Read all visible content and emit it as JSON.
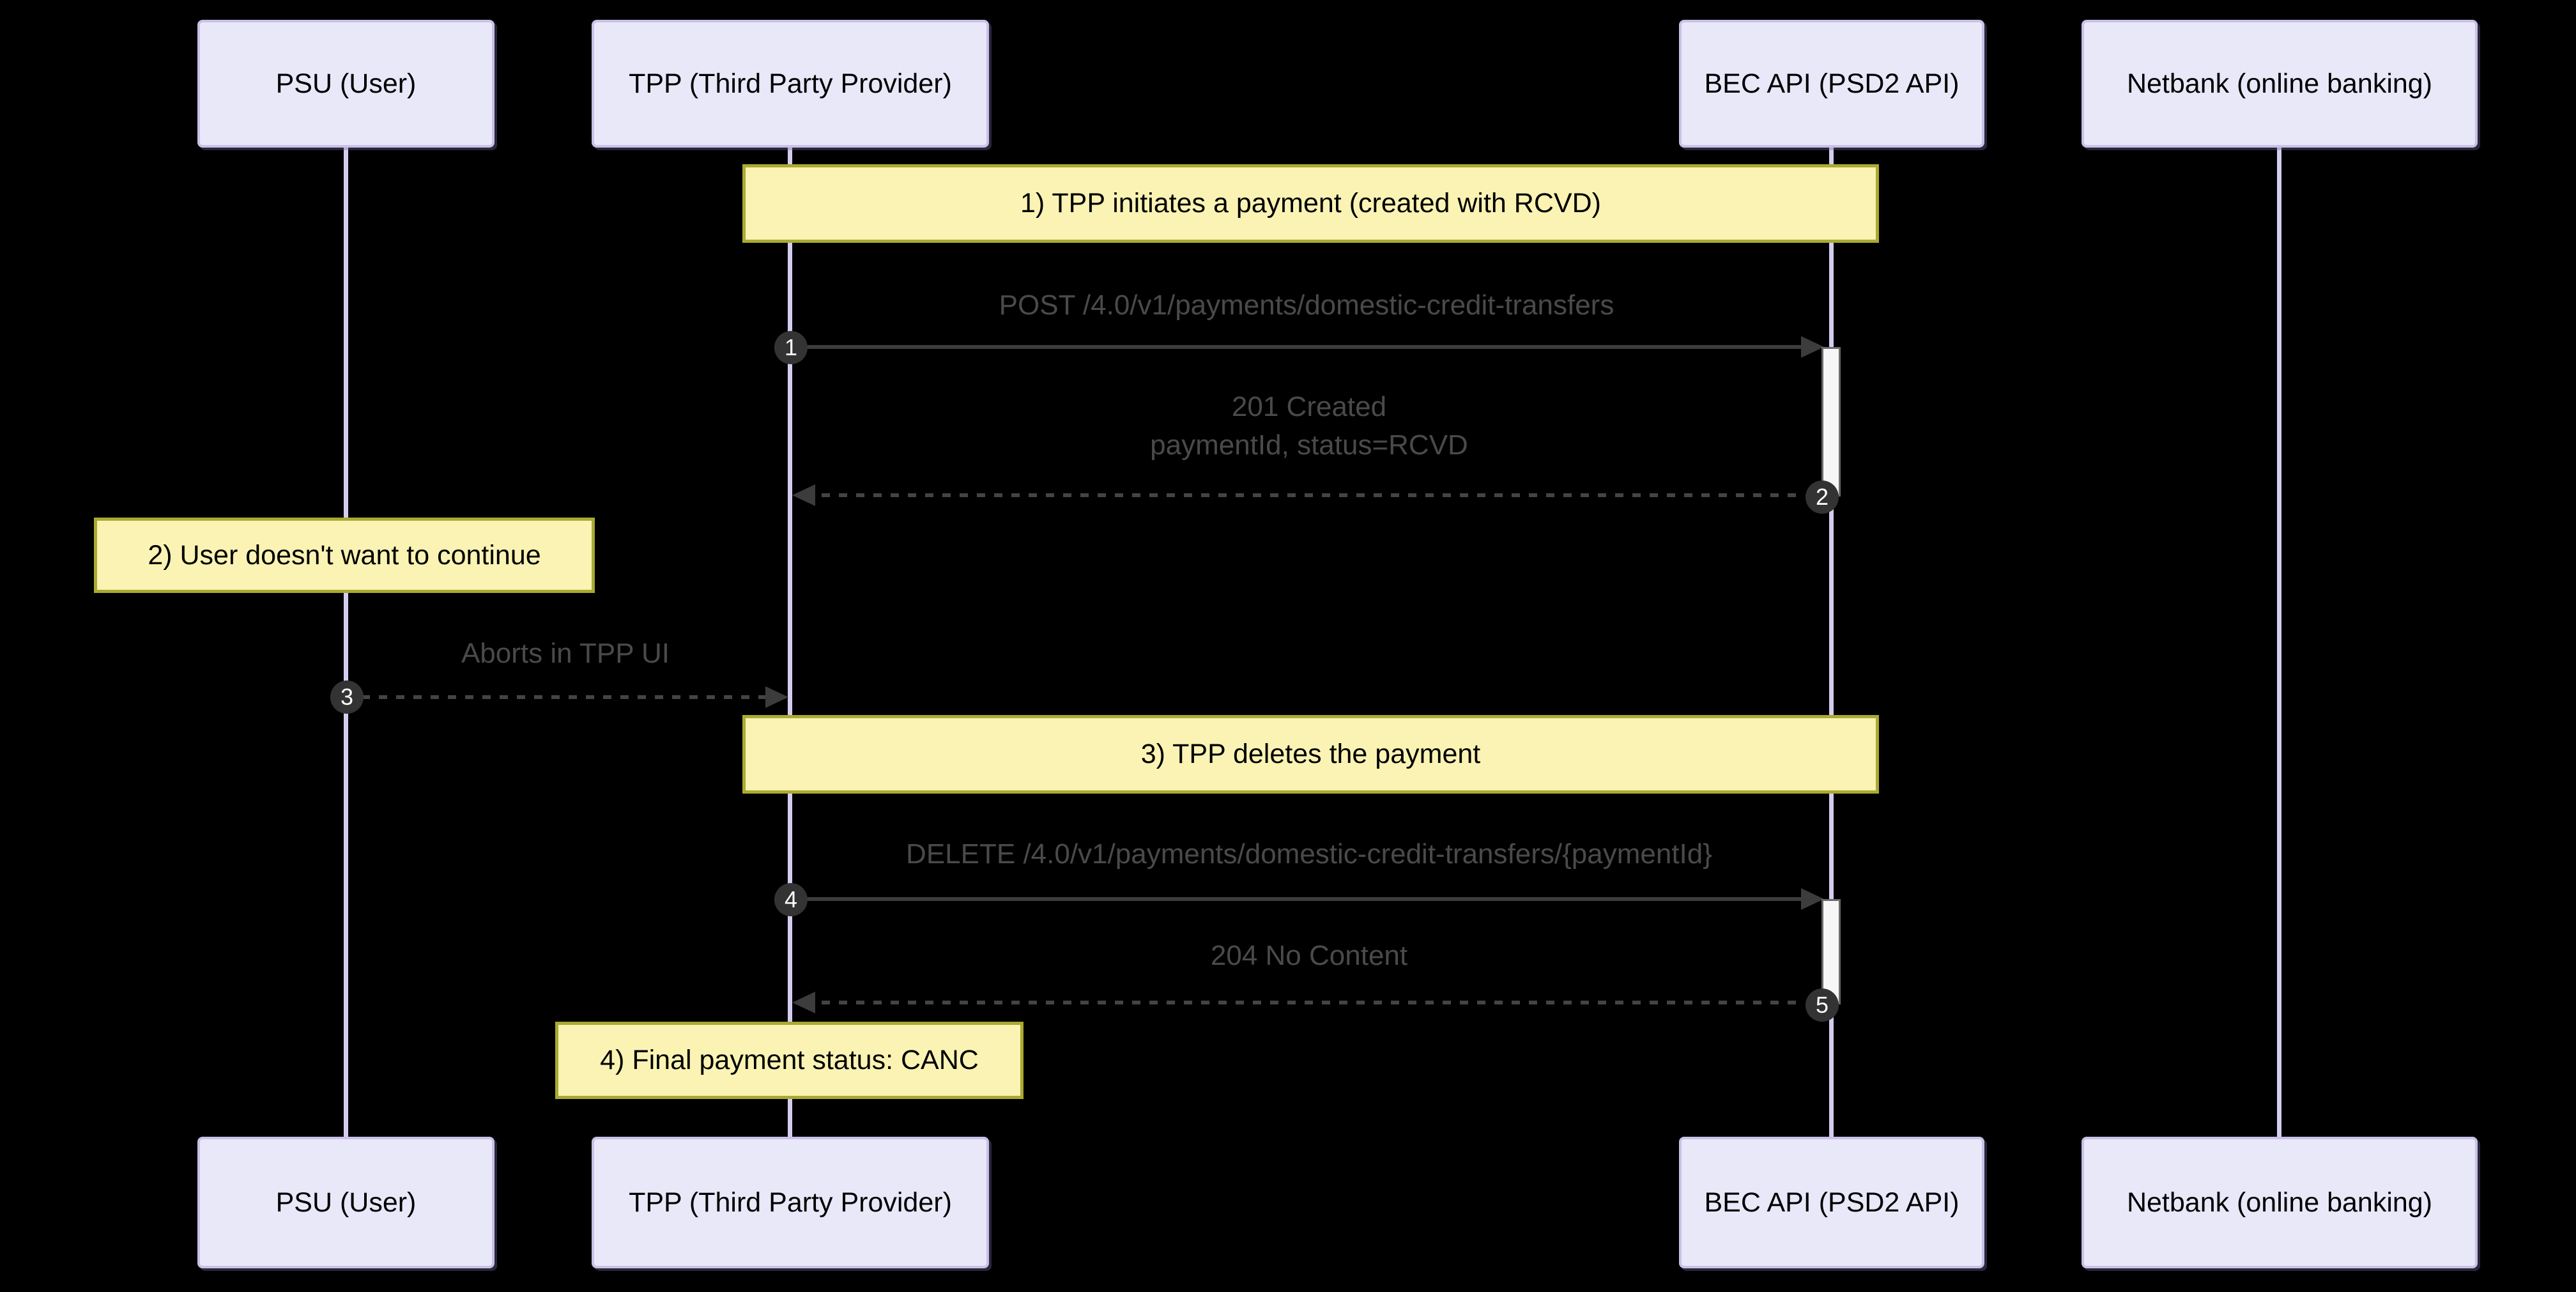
{
  "diagram": {
    "type": "sequence-diagram",
    "participants": [
      {
        "id": "psu",
        "label": "PSU (User)"
      },
      {
        "id": "tpp",
        "label": "TPP (Third Party Provider)"
      },
      {
        "id": "bec",
        "label": "BEC API (PSD2 API)"
      },
      {
        "id": "netbank",
        "label": "Netbank (online banking)"
      }
    ],
    "notes": [
      {
        "over": "tpp,bec",
        "label": "1) TPP initiates a payment (created with RCVD)"
      },
      {
        "over": "psu",
        "label": "2) User doesn't want to continue"
      },
      {
        "over": "tpp,bec",
        "label": "3) TPP deletes the payment"
      },
      {
        "over": "tpp",
        "label": "4) Final payment status: CANC"
      }
    ],
    "messages": [
      {
        "seq": "1",
        "from": "tpp",
        "to": "bec",
        "line": "solid",
        "label": "POST /4.0/v1/payments/domestic-credit-transfers"
      },
      {
        "seq": "2",
        "from": "bec",
        "to": "tpp",
        "line": "dotted",
        "label": "201 Created",
        "label2": "paymentId, status=RCVD"
      },
      {
        "seq": "3",
        "from": "psu",
        "to": "tpp",
        "line": "dotted",
        "label": "Aborts in TPP UI"
      },
      {
        "seq": "4",
        "from": "tpp",
        "to": "bec",
        "line": "solid",
        "label": "DELETE /4.0/v1/payments/domestic-credit-transfers/{paymentId}"
      },
      {
        "seq": "5",
        "from": "bec",
        "to": "tpp",
        "line": "dotted",
        "label": "204 No Content"
      }
    ],
    "colors": {
      "background": "#000000",
      "actor_fill": "#E9E8F9",
      "actor_border": "#C9C1E6",
      "note_fill": "#FAF3B3",
      "note_border": "#AAAA33",
      "lifeline": "#D5CCEF",
      "message_line": "#3C3C3C",
      "message_text": "#4A4A4A",
      "sequence_badge_fill": "#333333",
      "sequence_badge_text": "#FFFFFF",
      "activation_fill": "#F6F6F6",
      "activation_border": "#6A6A6A"
    }
  }
}
